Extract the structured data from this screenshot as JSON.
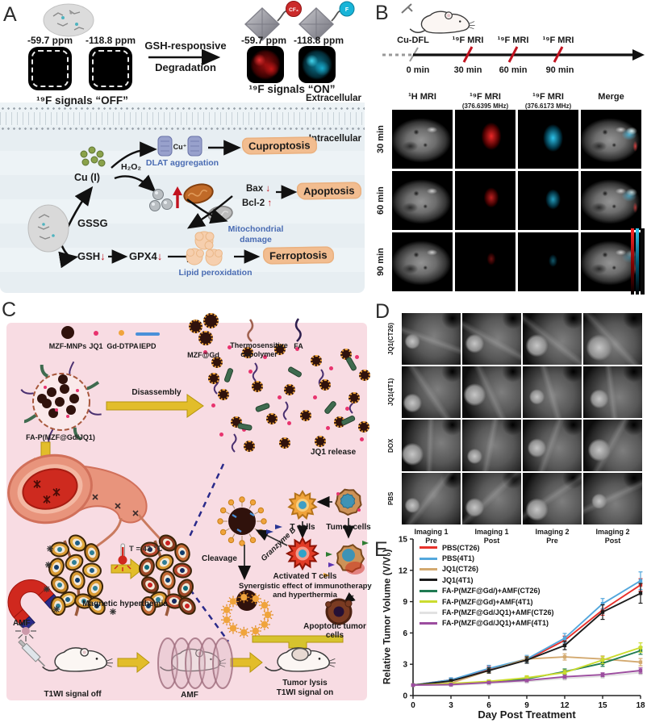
{
  "panelA": {
    "label": "A",
    "off": {
      "ppm1": "-59.7 ppm",
      "ppm2": "-118.8 ppm",
      "caption": "¹⁹F signals “OFF”"
    },
    "arrow": {
      "line1": "GSH-responsive",
      "line2": "Degradation"
    },
    "on": {
      "ppm1": "-59.7 ppm",
      "ppm2": "-118.8 ppm",
      "caption": "¹⁹F signals “ON”",
      "tag1": "CF₃",
      "tag2": "F"
    },
    "extracellular": "Extracellular",
    "intracellular": "Intracellular",
    "cu_i": "Cu (I)",
    "cu_plus": "Cu⁺",
    "dlat": "DLAT aggregation",
    "cuproptosis": "Cuproptosis",
    "h2o2": "H₂O₂",
    "bax": "Bax",
    "bcl2": "Bcl-2",
    "down": "↓",
    "up": "↑",
    "apoptosis": "Apoptosis",
    "mito1": "Mitochondrial",
    "mito2": "damage",
    "gssg": "GSSG",
    "gsh": "GSH",
    "gpx4": "GPX4",
    "lipid": "Lipid peroxidation",
    "ferroptosis": "Ferroptosis"
  },
  "panelB": {
    "label": "B",
    "agent": "Cu-DFL",
    "scan_label": "¹⁹F MRI",
    "time_labels": [
      "0 min",
      "30 min",
      "60 min",
      "90 min"
    ],
    "col_headers": [
      "¹H MRI",
      "¹⁹F MRI",
      "¹⁹F MRI",
      "Merge"
    ],
    "col_subheaders": [
      "",
      "(376.6395 MHz)",
      "(376.6173 MHz)",
      ""
    ],
    "row_labels": [
      "30 min",
      "60 min",
      "90 min"
    ]
  },
  "panelC": {
    "label": "C",
    "legend": {
      "mzf": "MZF-MNPs",
      "jq1": "JQ1",
      "gd": "Gd-DTPA",
      "iepd": "IEPD",
      "mzfgd": "MZF@Gd",
      "thermo1": "Thermosensitive",
      "thermo2": "copolymer",
      "fa": "FA"
    },
    "nanoparticle": "FA-P(MZF@Gd/JQ1)",
    "disassembly": "Disassembly",
    "jq1_release": "JQ1 release",
    "temp": "T = 43 ℃",
    "magnet": "AMF",
    "hyperthermia": "Magnetic hyperthemia",
    "cleavage": "Cleavage",
    "granzyme": "Granzyme B",
    "t_cells": "T cells",
    "tumor_cells": "Tumor cells",
    "activated": "Activated T cells",
    "synergy1": "Synergistic effect of immunotherapy",
    "synergy2": "and hyperthermia",
    "apoptotic1": "Apoptotic tumor",
    "apoptotic2": "cells",
    "mouse1": "T1WI signal off",
    "coil": "AMF",
    "mouse3a": "Tumor lysis",
    "mouse3b": "T1WI signal on"
  },
  "panelD": {
    "label": "D",
    "row_labels": [
      "JQ1(CT26)",
      "JQ1(4T1)",
      "DOX",
      "PBS"
    ],
    "col_labels": [
      [
        "Imaging 1",
        "Pre"
      ],
      [
        "Imaging 1",
        "Post"
      ],
      [
        "Imaging 2",
        "Pre"
      ],
      [
        "Imaging 2",
        "Post"
      ]
    ]
  },
  "panelE": {
    "label": "E"
  },
  "chart_data": {
    "type": "line",
    "title": "",
    "xlabel": "Day Post Treatment",
    "ylabel": "Relative Tumor Volume (V/V₀)",
    "x": [
      0,
      3,
      6,
      9,
      12,
      15,
      18
    ],
    "xlim": [
      0,
      18
    ],
    "ylim": [
      0,
      15
    ],
    "yticks": [
      0,
      3,
      6,
      9,
      12,
      15
    ],
    "grid": false,
    "legend_position": "top-left",
    "series": [
      {
        "name": "PBS(CT26)",
        "color": "#e8312b",
        "values": [
          1,
          1.5,
          2.5,
          3.4,
          5.3,
          8.2,
          10.6
        ],
        "errors": [
          0.05,
          0.2,
          0.3,
          0.3,
          0.4,
          0.5,
          0.6
        ]
      },
      {
        "name": "PBS(4T1)",
        "color": "#53a7dc",
        "values": [
          1,
          1.5,
          2.6,
          3.5,
          5.5,
          8.8,
          11.0
        ],
        "errors": [
          0.05,
          0.2,
          0.3,
          0.35,
          0.45,
          0.5,
          0.85
        ]
      },
      {
        "name": "JQ1(CT26)",
        "color": "#d3a96f",
        "values": [
          1,
          1.2,
          2.4,
          3.5,
          3.7,
          3.5,
          3.2
        ],
        "errors": [
          0.05,
          0.15,
          0.2,
          0.25,
          0.3,
          0.3,
          0.35
        ]
      },
      {
        "name": "JQ1(4T1)",
        "color": "#1c1c1c",
        "values": [
          1,
          1.4,
          2.4,
          3.4,
          4.8,
          8.0,
          9.8
        ],
        "errors": [
          0.05,
          0.15,
          0.25,
          0.3,
          0.4,
          0.7,
          0.95
        ]
      },
      {
        "name": "FA-P(MZF@Gd/)+AMF(CT26)",
        "color": "#1f7a52",
        "values": [
          1,
          1.1,
          1.3,
          1.6,
          2.3,
          3.1,
          4.3
        ],
        "errors": [
          0.05,
          0.1,
          0.15,
          0.2,
          0.25,
          0.3,
          0.35
        ]
      },
      {
        "name": "FA-P(MZF@Gd)+AMF(4T1)",
        "color": "#cbdc2f",
        "values": [
          1,
          1.15,
          1.35,
          1.7,
          2.2,
          3.4,
          4.6
        ],
        "errors": [
          0.05,
          0.1,
          0.15,
          0.2,
          0.25,
          0.35,
          0.45
        ]
      },
      {
        "name": "FA-P(MZF@Gd/JQ1)+AMF(CT26)",
        "color": "#e2e2e2",
        "values": [
          1,
          1.0,
          1.15,
          1.35,
          1.65,
          1.85,
          2.2
        ],
        "errors": [
          0.05,
          0.08,
          0.1,
          0.12,
          0.15,
          0.18,
          0.2
        ]
      },
      {
        "name": "FA-P(MZF@Gd/JQ1)+AMF(4T1)",
        "color": "#9c4d9f",
        "values": [
          1,
          1.05,
          1.25,
          1.45,
          1.8,
          2.0,
          2.4
        ],
        "errors": [
          0.05,
          0.08,
          0.1,
          0.12,
          0.15,
          0.18,
          0.25
        ]
      }
    ]
  }
}
